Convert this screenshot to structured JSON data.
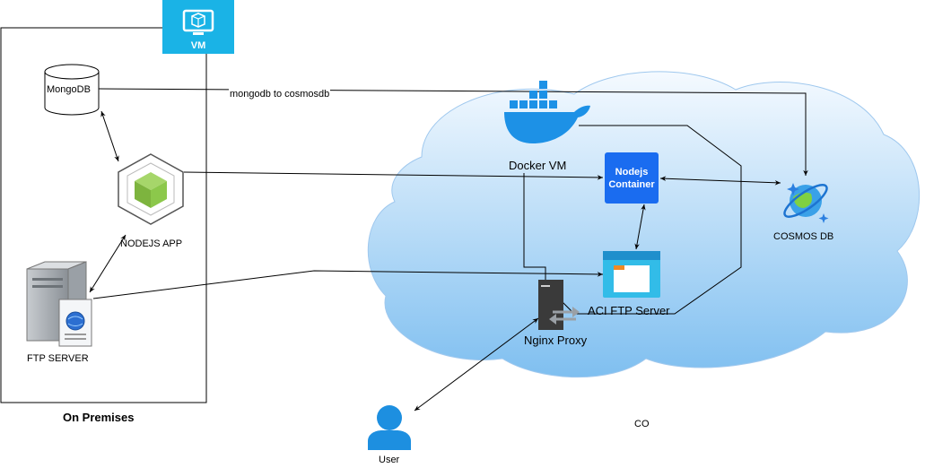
{
  "vm": {
    "label": "VM"
  },
  "on_premises": {
    "title": "On Premises",
    "mongodb_label": "MongoDB",
    "nodejs_app_label": "NODEJS APP",
    "ftp_server_label": "FTP SERVER"
  },
  "cloud": {
    "docker_vm_label": "Docker VM",
    "nodejs_container_line1": "Nodejs",
    "nodejs_container_line2": "Container",
    "aci_ftp_label": "ACI FTP Server",
    "nginx_label": "Nginx Proxy",
    "cosmos_label": "COSMOS DB",
    "co_label": "CO"
  },
  "user": {
    "label": "User"
  },
  "edges": {
    "mongo_to_cosmos_label": "mongodb to cosmosdb"
  },
  "colors": {
    "vm_badge": "#1ab3e6",
    "nodejs_box": "#1a6cf0",
    "cloud_fill_top": "#ffffff",
    "cloud_fill_bottom": "#7fbff0",
    "docker_blue": "#1d91e6",
    "user_blue": "#1d8fe0",
    "node_green": "#8cc84b"
  }
}
